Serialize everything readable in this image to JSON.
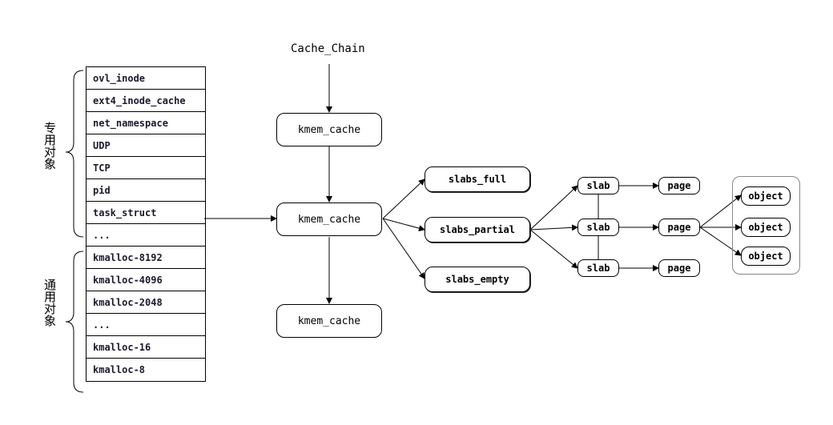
{
  "chain_title": "Cache_Chain",
  "group_labels": {
    "dedicated": "专用对象",
    "general": "通用对象"
  },
  "cache_list": [
    "ovl_inode",
    "ext4_inode_cache",
    "net_namespace",
    "UDP",
    "TCP",
    "pid",
    "task_struct",
    "...",
    "kmalloc-8192",
    "kmalloc-4096",
    "kmalloc-2048",
    "...",
    "kmalloc-16",
    "kmalloc-8"
  ],
  "kmem_cache_nodes": [
    "kmem_cache",
    "kmem_cache",
    "kmem_cache"
  ],
  "slab_lists": [
    "slabs_full",
    "slabs_partial",
    "slabs_empty"
  ],
  "slabs": [
    "slab",
    "slab",
    "slab"
  ],
  "pages": [
    "page",
    "page",
    "page"
  ],
  "objects": [
    "object",
    "object",
    "object"
  ]
}
